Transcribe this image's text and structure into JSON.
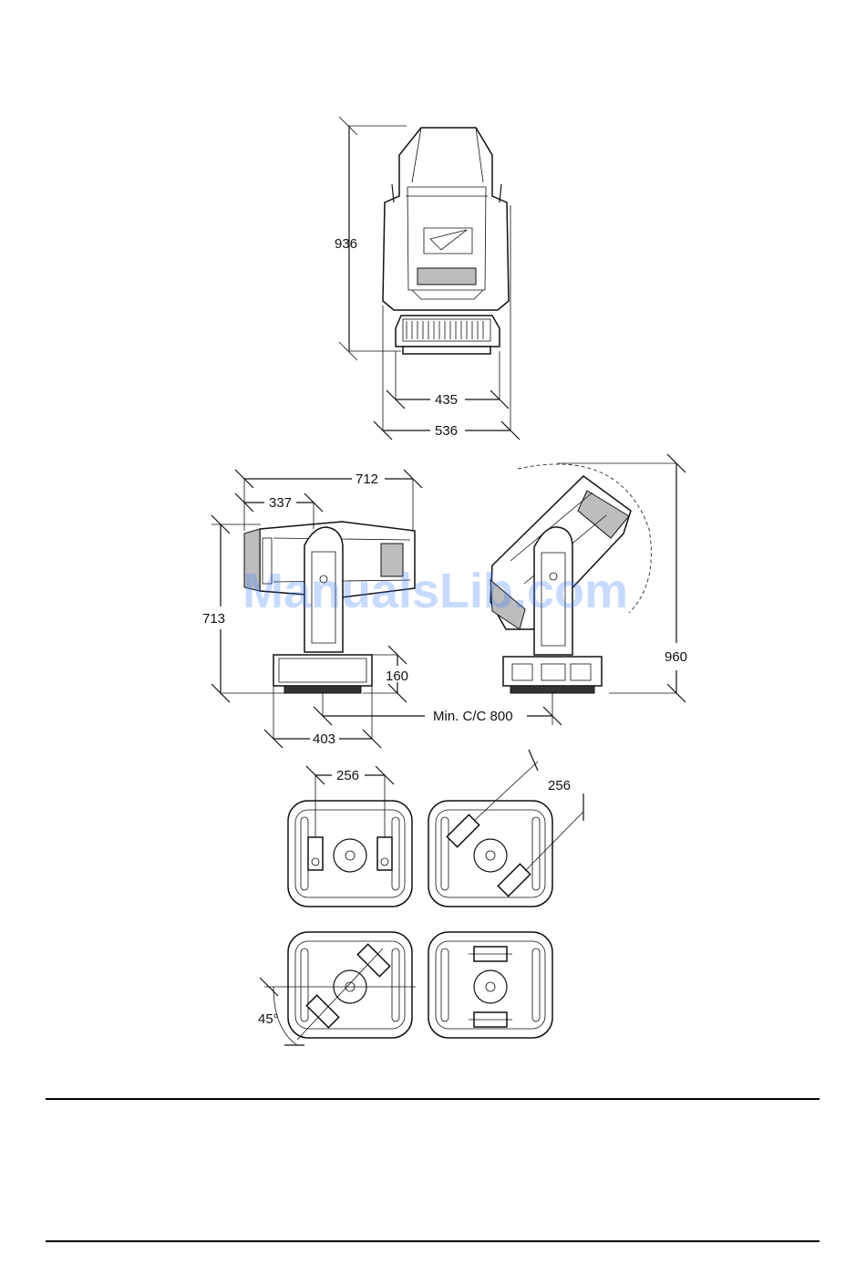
{
  "title": "",
  "watermark": "ManualsLib.com",
  "front_view": {
    "height_label": "936",
    "base_width_label": "435",
    "overall_width_label": "536"
  },
  "side_view": {
    "overall_depth_label": "712",
    "pan_offset_label": "337",
    "height_label": "713",
    "base_height_label": "160",
    "base_depth_label": "403"
  },
  "tilted_view": {
    "swept_height_label": "960",
    "min_cc_label": "Min. C/C 800"
  },
  "mounting_views": {
    "bracket_spacing_label": "256",
    "bracket_spacing_label_rotated": "256",
    "angle_label": "45°"
  },
  "colors": {
    "line": "#111111",
    "watermark": "#3d7bff"
  }
}
